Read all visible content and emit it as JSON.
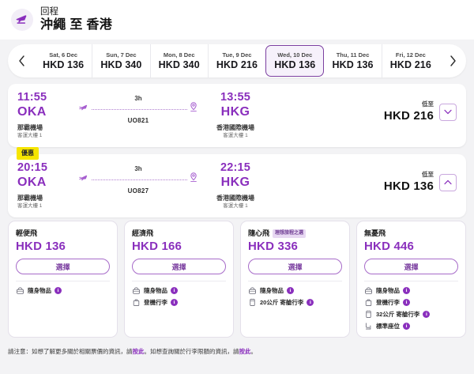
{
  "header": {
    "icon": "plane-return-icon",
    "subtitle": "回程",
    "title": "沖繩 至 香港"
  },
  "date_strip": {
    "prev_icon": "chevron-left-icon",
    "next_icon": "chevron-right-icon",
    "dates": [
      {
        "label": "Sat, 6 Dec",
        "price": "HKD 136",
        "selected": false
      },
      {
        "label": "Sun, 7 Dec",
        "price": "HKD 340",
        "selected": false
      },
      {
        "label": "Mon, 8 Dec",
        "price": "HKD 340",
        "selected": false
      },
      {
        "label": "Tue, 9 Dec",
        "price": "HKD 216",
        "selected": false
      },
      {
        "label": "Wed, 10 Dec",
        "price": "HKD 136",
        "selected": true
      },
      {
        "label": "Thu, 11 Dec",
        "price": "HKD 136",
        "selected": false
      },
      {
        "label": "Fri, 12 Dec",
        "price": "HKD 216",
        "selected": false
      }
    ]
  },
  "flights": [
    {
      "promo_badge": "",
      "depart_time": "11:55",
      "depart_code": "OKA",
      "depart_airport": "那霸機場",
      "depart_terminal": "客運大樓 1",
      "duration": "3h",
      "flight_no": "UO821",
      "arrive_time": "13:55",
      "arrive_code": "HKG",
      "arrive_airport": "香港國際機場",
      "arrive_terminal": "客運大樓 1",
      "price_from_label": "低至",
      "price": "HKD 216",
      "toggle_icon": "chevron-down-icon",
      "expanded": false
    },
    {
      "promo_badge": "優惠",
      "depart_time": "20:15",
      "depart_code": "OKA",
      "depart_airport": "那霸機場",
      "depart_terminal": "客運大樓 1",
      "duration": "3h",
      "flight_no": "UO827",
      "arrive_time": "22:15",
      "arrive_code": "HKG",
      "arrive_airport": "香港國際機場",
      "arrive_terminal": "客運大樓 1",
      "price_from_label": "低至",
      "price": "HKD 136",
      "toggle_icon": "chevron-up-icon",
      "expanded": true
    }
  ],
  "fares": [
    {
      "name": "輕便飛",
      "tag": "",
      "price": "HKD 136",
      "select_label": "選擇",
      "amenities": [
        {
          "icon": "personal-item-icon",
          "text": "隨身物品",
          "info": "i"
        }
      ]
    },
    {
      "name": "經濟飛",
      "tag": "",
      "price": "HKD 166",
      "select_label": "選擇",
      "amenities": [
        {
          "icon": "personal-item-icon",
          "text": "隨身物品",
          "info": "i"
        },
        {
          "icon": "cabin-bag-icon",
          "text": "登機行李",
          "info": "i"
        }
      ]
    },
    {
      "name": "隨心飛",
      "tag": "理想旅程之選",
      "price": "HKD 336",
      "select_label": "選擇",
      "amenities": [
        {
          "icon": "personal-item-icon",
          "text": "隨身物品",
          "info": "i"
        },
        {
          "icon": "checked-bag-icon",
          "text": "20公斤 寄艙行李",
          "info": "i"
        }
      ]
    },
    {
      "name": "無憂飛",
      "tag": "",
      "price": "HKD 446",
      "select_label": "選擇",
      "amenities": [
        {
          "icon": "personal-item-icon",
          "text": "隨身物品",
          "info": "i"
        },
        {
          "icon": "cabin-bag-icon",
          "text": "登機行李",
          "info": "i"
        },
        {
          "icon": "checked-bag-icon",
          "text": "32公斤 寄艙行李",
          "info": "i"
        },
        {
          "icon": "seat-icon",
          "text": "標準座位",
          "info": "i"
        }
      ]
    }
  ],
  "footer": {
    "part1": "請注意：如想了解更多關於相關票價的資訊，請",
    "link1": "按此",
    "part2": "。如想查詢關於行李限額的資訊，請",
    "link2": "按此",
    "part3": "。"
  },
  "colors": {
    "brand_purple": "#8a2fbd",
    "dark_purple": "#7b3fa0",
    "promo_yellow": "#f6e500",
    "page_bg": "#f3f3f5"
  }
}
